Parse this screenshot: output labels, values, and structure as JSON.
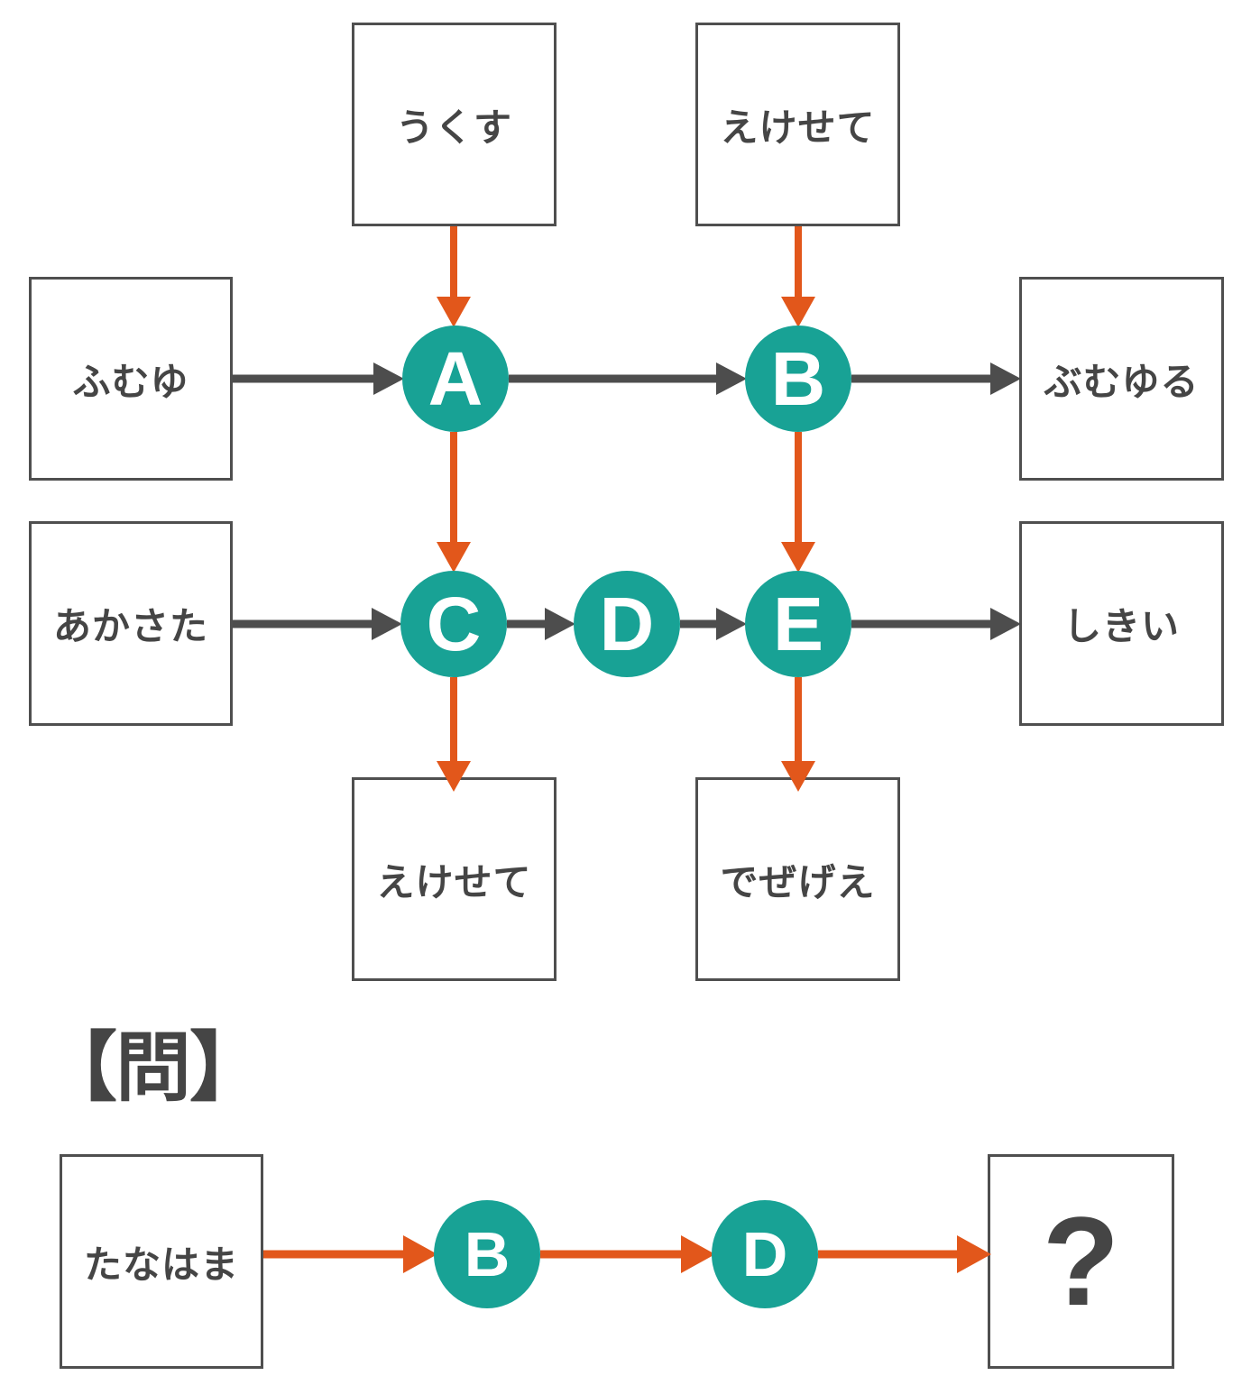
{
  "colors": {
    "teal": "#18A295",
    "orange": "#E2571B",
    "dark": "#4D4D4D",
    "border": "#4F4F4F",
    "text": "#454545"
  },
  "diagram": {
    "boxes": {
      "top1": "うくす",
      "top2": "えけせて",
      "left1": "ふむゆ",
      "right1": "ぶむゆる",
      "left2": "あかさた",
      "right2": "しきい",
      "bottom1": "えけせて",
      "bottom2": "でぜげえ"
    },
    "nodes": {
      "a": "A",
      "b": "B",
      "c": "C",
      "d": "D",
      "e": "E"
    }
  },
  "question": {
    "heading": "【問】",
    "input": "たなはま",
    "node1": "B",
    "node2": "D",
    "answer": "?"
  }
}
